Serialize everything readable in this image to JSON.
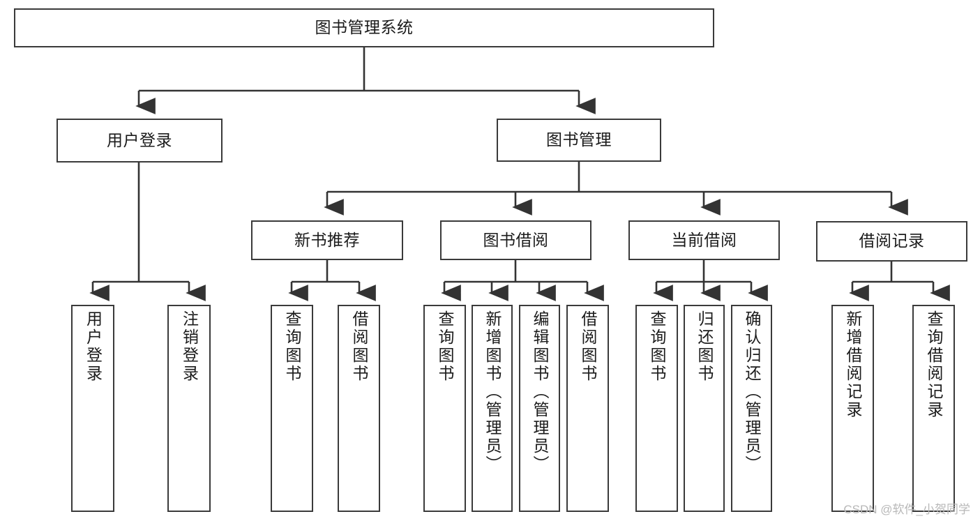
{
  "diagram": {
    "type": "tree-hierarchy",
    "title": "图书管理系统",
    "orientation": "top-down",
    "colors": {
      "box_border": "#3a3a3a",
      "box_fill": "#ffffff",
      "connector": "#333333",
      "text": "#1b1b1b",
      "watermark": "#b8b8b8",
      "background": "#ffffff"
    },
    "levels": {
      "root": {
        "label": "图书管理系统",
        "orientation": "horizontal"
      },
      "level2": [
        {
          "id": "user-login",
          "label": "用户登录",
          "orientation": "horizontal"
        },
        {
          "id": "book-manage",
          "label": "图书管理",
          "orientation": "horizontal"
        }
      ],
      "level3": [
        {
          "id": "new-book-recommend",
          "label": "新书推荐",
          "orientation": "horizontal",
          "parent": "book-manage"
        },
        {
          "id": "book-borrow",
          "label": "图书借阅",
          "orientation": "horizontal",
          "parent": "book-manage"
        },
        {
          "id": "current-borrow",
          "label": "当前借阅",
          "orientation": "horizontal",
          "parent": "book-manage"
        },
        {
          "id": "borrow-record",
          "label": "借阅记录",
          "orientation": "horizontal",
          "parent": "book-manage"
        }
      ],
      "leaves": [
        {
          "id": "leaf-user-login",
          "label": "用户登录",
          "parent": "user-login",
          "orientation": "vertical"
        },
        {
          "id": "leaf-logout",
          "label": "注销登录",
          "parent": "user-login",
          "orientation": "vertical"
        },
        {
          "id": "leaf-query-book-1",
          "label": "查询图书",
          "parent": "new-book-recommend",
          "orientation": "vertical"
        },
        {
          "id": "leaf-borrow-book-1",
          "label": "借阅图书",
          "parent": "new-book-recommend",
          "orientation": "vertical"
        },
        {
          "id": "leaf-query-book-2",
          "label": "查询图书",
          "parent": "book-borrow",
          "orientation": "vertical"
        },
        {
          "id": "leaf-add-book",
          "label": "新增图书（管理员）",
          "parent": "book-borrow",
          "orientation": "vertical"
        },
        {
          "id": "leaf-edit-book",
          "label": "编辑图书（管理员）",
          "parent": "book-borrow",
          "orientation": "vertical"
        },
        {
          "id": "leaf-borrow-book-2",
          "label": "借阅图书",
          "parent": "book-borrow",
          "orientation": "vertical"
        },
        {
          "id": "leaf-query-book-3",
          "label": "查询图书",
          "parent": "current-borrow",
          "orientation": "vertical"
        },
        {
          "id": "leaf-return-book",
          "label": "归还图书",
          "parent": "current-borrow",
          "orientation": "vertical"
        },
        {
          "id": "leaf-confirm-return",
          "label": "确认归还（管理员）",
          "parent": "current-borrow",
          "orientation": "vertical"
        },
        {
          "id": "leaf-add-record",
          "label": "新增借阅记录",
          "parent": "borrow-record",
          "orientation": "vertical"
        },
        {
          "id": "leaf-query-record",
          "label": "查询借阅记录",
          "parent": "borrow-record",
          "orientation": "vertical"
        }
      ]
    },
    "watermark": "CSDN @软件_小贺同学"
  }
}
